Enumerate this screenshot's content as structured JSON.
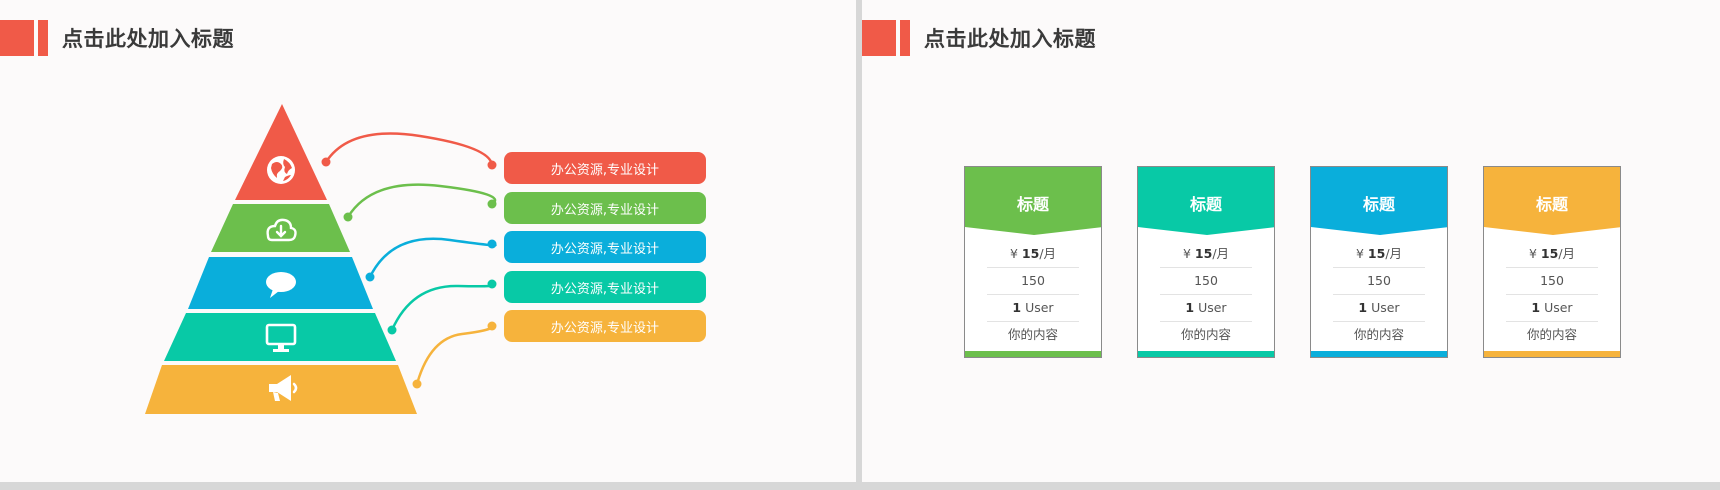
{
  "left_slide": {
    "header": {
      "title": "点击此处加入标题"
    },
    "colors": {
      "accent": "#f05a48"
    },
    "pyramid": {
      "layers": [
        {
          "icon": "globe-icon",
          "color": "#f05a48"
        },
        {
          "icon": "cloud-download-icon",
          "color": "#6cbf4c"
        },
        {
          "icon": "chat-bubble-icon",
          "color": "#0aaedb"
        },
        {
          "icon": "monitor-icon",
          "color": "#08c9a6"
        },
        {
          "icon": "megaphone-icon",
          "color": "#f6b33c"
        }
      ]
    },
    "labels": [
      {
        "text": "办公资源,专业设计",
        "color": "#f05a48"
      },
      {
        "text": "办公资源,专业设计",
        "color": "#6cbf4c"
      },
      {
        "text": "办公资源,专业设计",
        "color": "#0aaedb"
      },
      {
        "text": "办公资源,专业设计",
        "color": "#08c9a6"
      },
      {
        "text": "办公资源,专业设计",
        "color": "#f6b33c"
      }
    ]
  },
  "right_slide": {
    "header": {
      "title": "点击此处加入标题"
    },
    "cards": [
      {
        "title": "标题",
        "currency": "¥",
        "price": "15",
        "period": "/月",
        "row2": "150",
        "users_num": "1",
        "users_label": " User",
        "row4": "你的内容",
        "color": "#6cbf4c"
      },
      {
        "title": "标题",
        "currency": "¥",
        "price": "15",
        "period": "/月",
        "row2": "150",
        "users_num": "1",
        "users_label": " User",
        "row4": "你的内容",
        "color": "#08c9a6"
      },
      {
        "title": "标题",
        "currency": "¥",
        "price": "15",
        "period": "/月",
        "row2": "150",
        "users_num": "1",
        "users_label": " User",
        "row4": "你的内容",
        "color": "#0aaedb"
      },
      {
        "title": "标题",
        "currency": "¥",
        "price": "15",
        "period": "/月",
        "row2": "150",
        "users_num": "1",
        "users_label": " User",
        "row4": "你的内容",
        "color": "#f6b33c"
      }
    ]
  }
}
